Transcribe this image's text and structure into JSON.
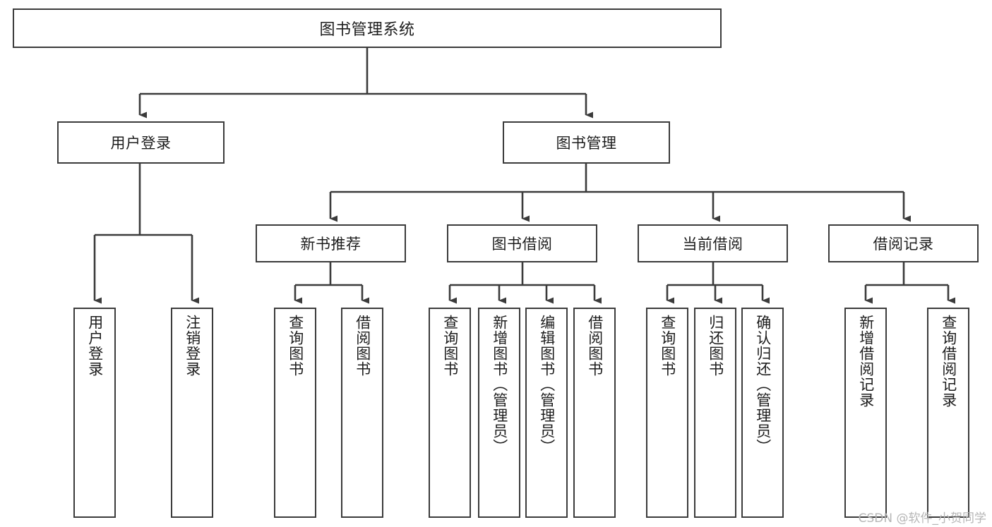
{
  "diagram": {
    "title": "图书管理系统",
    "type": "function-structure-tree",
    "stroke_color": "#3b3b3b",
    "text_color": "#1d1d1d",
    "background_color": "#ffffff",
    "watermark": "CSDN @软件_小贺同学",
    "root": {
      "label": "图书管理系统"
    },
    "level2": [
      {
        "label": "用户登录"
      },
      {
        "label": "图书管理"
      }
    ],
    "level3": [
      {
        "label": "新书推荐"
      },
      {
        "label": "图书借阅"
      },
      {
        "label": "当前借阅"
      },
      {
        "label": "借阅记录"
      }
    ],
    "leaves": {
      "user_login": [
        {
          "label": "用户登录"
        },
        {
          "label": "注销登录"
        }
      ],
      "new_book_recommend": [
        {
          "label": "查询图书"
        },
        {
          "label": "借阅图书"
        }
      ],
      "book_borrow": [
        {
          "label": "查询图书"
        },
        {
          "label": "新增图书（管理员）"
        },
        {
          "label": "编辑图书（管理员）"
        },
        {
          "label": "借阅图书"
        }
      ],
      "current_borrow": [
        {
          "label": "查询图书"
        },
        {
          "label": "归还图书"
        },
        {
          "label": "确认归还（管理员）"
        }
      ],
      "borrow_record": [
        {
          "label": "新增借阅记录"
        },
        {
          "label": "查询借阅记录"
        }
      ]
    }
  }
}
